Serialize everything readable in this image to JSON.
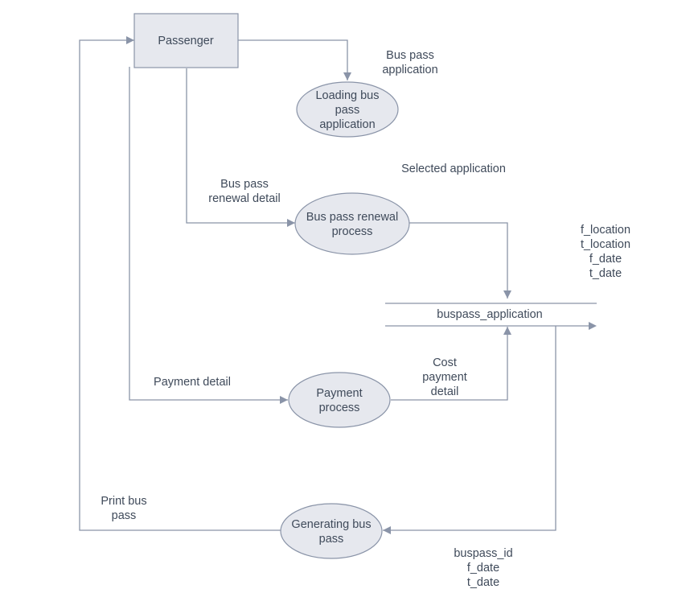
{
  "nodes": {
    "passenger": {
      "lines": [
        "Passenger"
      ]
    },
    "loading": {
      "lines": [
        "Loading bus",
        "pass",
        "application"
      ]
    },
    "renewal": {
      "lines": [
        "Bus pass renewal",
        "process"
      ]
    },
    "payment": {
      "lines": [
        "Payment",
        "process"
      ]
    },
    "generating": {
      "lines": [
        "Generating bus",
        "pass"
      ]
    },
    "store": {
      "lines": [
        "buspass_application"
      ]
    }
  },
  "edge_labels": {
    "bus_pass_application": [
      "Bus pass",
      "application"
    ],
    "selected_application": [
      "Selected application"
    ],
    "renewal_detail": [
      "Bus pass",
      "renewal detail"
    ],
    "store_fields": [
      "f_location",
      "t_location",
      "f_date",
      "t_date"
    ],
    "payment_detail": [
      "Payment detail"
    ],
    "cost_payment_detail": [
      "Cost",
      "payment",
      "detail"
    ],
    "print_bus_pass": [
      "Print bus",
      "pass"
    ],
    "output_fields": [
      "buspass_id",
      "f_date",
      "t_date"
    ]
  }
}
